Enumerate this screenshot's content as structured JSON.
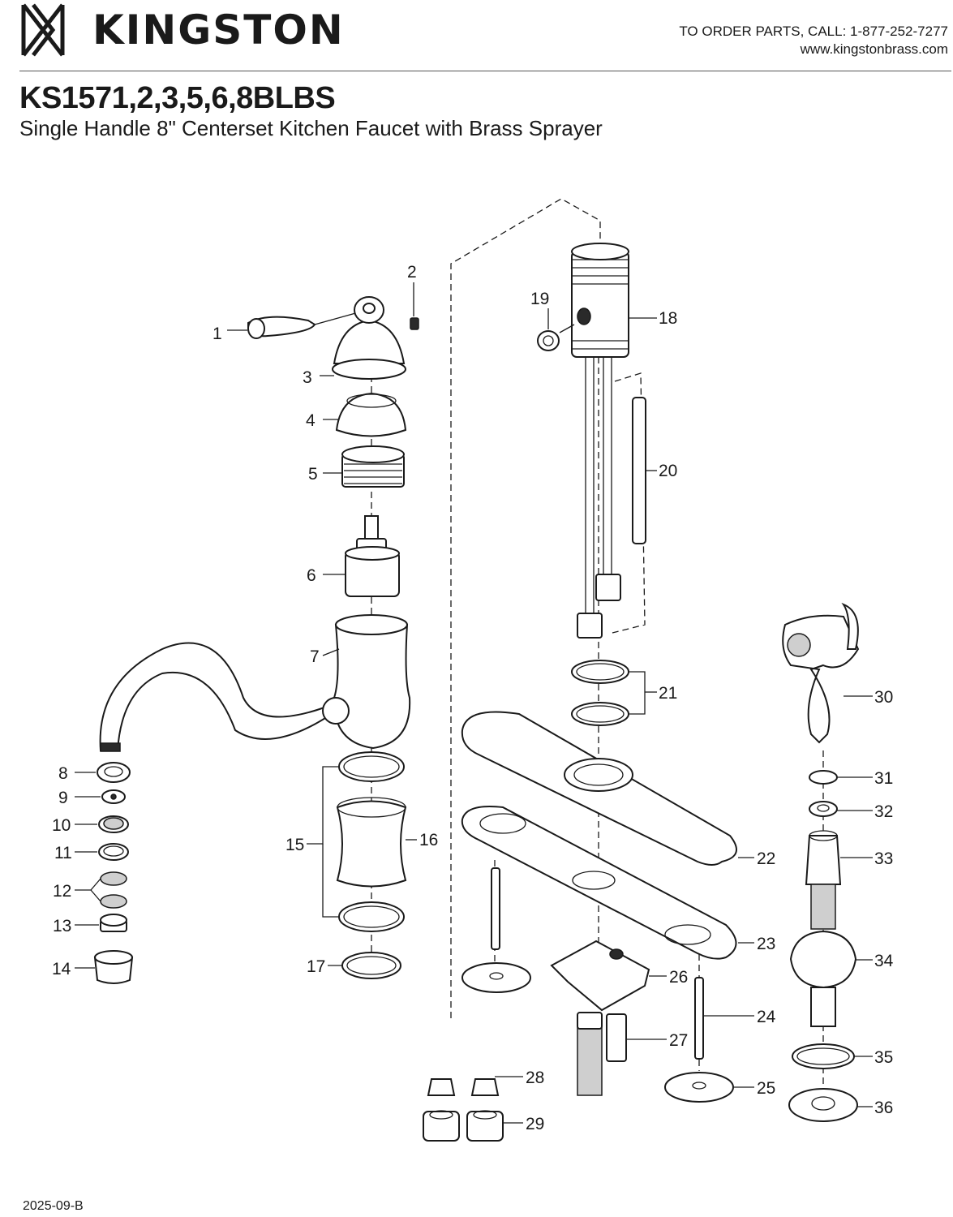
{
  "header": {
    "brand": "KINGSTON",
    "order_line": "TO ORDER PARTS, CALL: 1-877-252-7277",
    "website": "www.kingstonbrass.com"
  },
  "product": {
    "model": "KS1571,2,3,5,6,8BLBS",
    "description": "Single Handle 8\" Centerset Kitchen Faucet with Brass Sprayer"
  },
  "callouts": [
    "1",
    "2",
    "3",
    "4",
    "5",
    "6",
    "7",
    "8",
    "9",
    "10",
    "11",
    "12",
    "13",
    "14",
    "15",
    "16",
    "17",
    "18",
    "19",
    "20",
    "21",
    "22",
    "23",
    "24",
    "25",
    "26",
    "27",
    "28",
    "29",
    "30",
    "31",
    "32",
    "33",
    "34",
    "35",
    "36"
  ],
  "footer": {
    "revision": "2025-09-B"
  }
}
